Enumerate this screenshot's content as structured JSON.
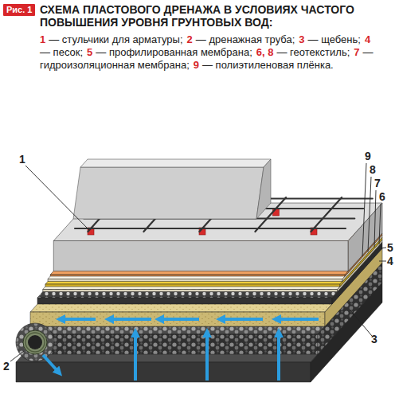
{
  "diagram": {
    "title": "СХЕМА ПЛАСТОВОГО ДРЕНАЖА В УСЛОВИЯХ ЧАСТОГО ПОВЫШЕНИЯ УРОВНЯ ГРУНТОВЫХ ВОД:",
    "nodes": [
      {
        "text": [
          "Рис. 1"
        ]
      }
    ],
    "labels": [
      "1",
      "— стульчики для арматуры;",
      "2",
      "— дренажная труба;",
      "3",
      "— щебень;",
      "4",
      "— песок;",
      "5",
      "— профилированная мембрана;",
      "6, 8",
      "— геотекстиль;",
      "7",
      "— гидроизоляционная мембрана;",
      "9",
      "— полиэтиленовая плёнка.",
      "1",
      "2",
      "3",
      "4",
      "5",
      "6",
      "7",
      "8",
      "9"
    ]
  }
}
